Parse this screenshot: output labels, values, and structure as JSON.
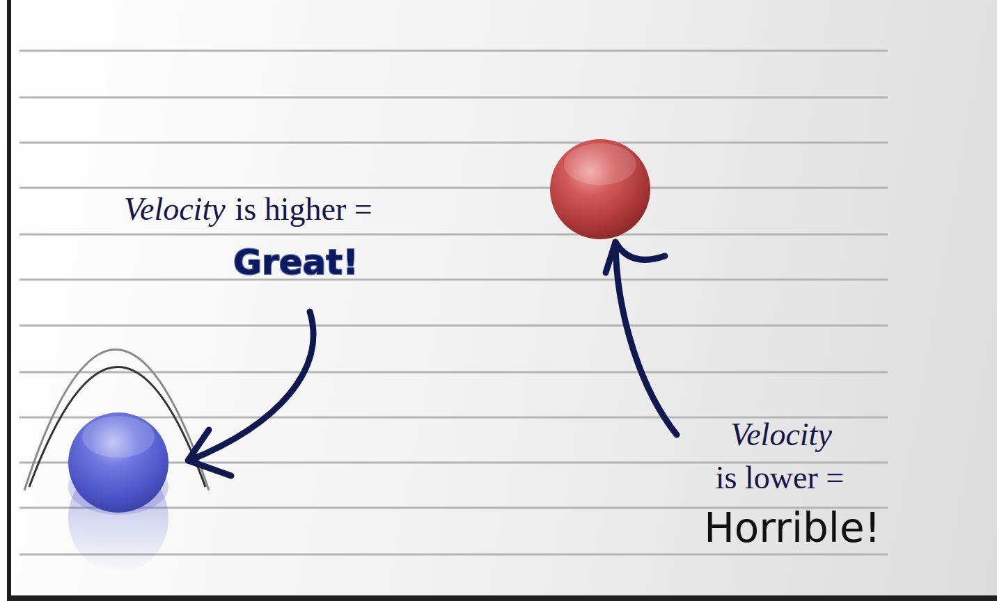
{
  "diagram": {
    "labels": [
      "Velocity",
      "is higher =",
      "Great!",
      "Velocity",
      "is lower =",
      "Horrible!"
    ]
  }
}
